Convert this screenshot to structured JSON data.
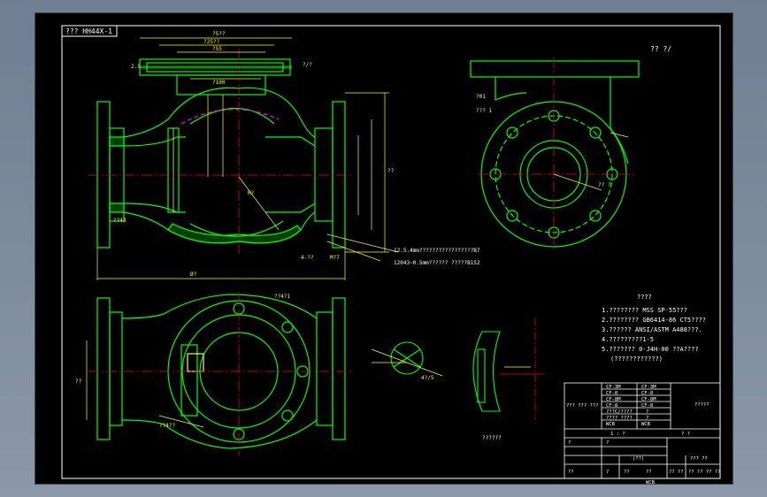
{
  "drawing": {
    "code": "??? HH44X-1",
    "corner_text": "?? ?/",
    "dimensions": {
      "d_top": "?5??",
      "d_flange": "?25??",
      "d_inner": "?55",
      "d_mid": "?100",
      "d_total_len": "Ø?",
      "d_len": "??43",
      "d_right1": "??",
      "d_h1": "2.5",
      "d_r": "R?",
      "d_small": "?/?",
      "d_side_a": "?01",
      "d_side_b": "??? 1",
      "d_angle": "?? ?",
      "d_bottom_len": "??4?1",
      "d_m": "M?7",
      "d_hole": "4-??",
      "d_bottom_h": "??",
      "d_bottom_label": "??4??"
    },
    "notes_callout": [
      "12.5.4mm?????????????????B7",
      "12043~0.5mm?????? ?????B152"
    ],
    "tech_title": "????",
    "tech_notes": [
      "1.???????? MSS SP-55???",
      "2.???????? GB6414-86 CT5????",
      "3.?????? ANSI/ASTM A488???.",
      "4.?????????1-5",
      "5.??????? 0-J4H-00 ??A????"
    ],
    "tech_note_sub": "(????????????)",
    "detail_label_1": "??????",
    "detail_label_2": "4?/5",
    "title_block": {
      "top_right_title": "?????",
      "rows": [
        [
          "CF-3M",
          "CF-3M"
        ],
        [
          "CF-8",
          "CF-8"
        ],
        [
          "CF-8M",
          "CF-8M"
        ],
        [
          "CF-8",
          "CF-8"
        ],
        [
          "???C/????",
          "?"
        ],
        [
          "???? ????",
          "?"
        ],
        [
          "WCB",
          "WCB"
        ]
      ],
      "row_label": "??? ??? ???",
      "ratio_cells": [
        "1 : ?",
        "? ?"
      ],
      "bottom_cells": [
        "??",
        "?",
        "??",
        "??",
        "?? ??",
        "?? ?? ?? ??"
      ],
      "drawing_no": "WCB",
      "mid_cells": [
        "?",
        "?",
        "(??)",
        "??? ??"
      ]
    }
  }
}
